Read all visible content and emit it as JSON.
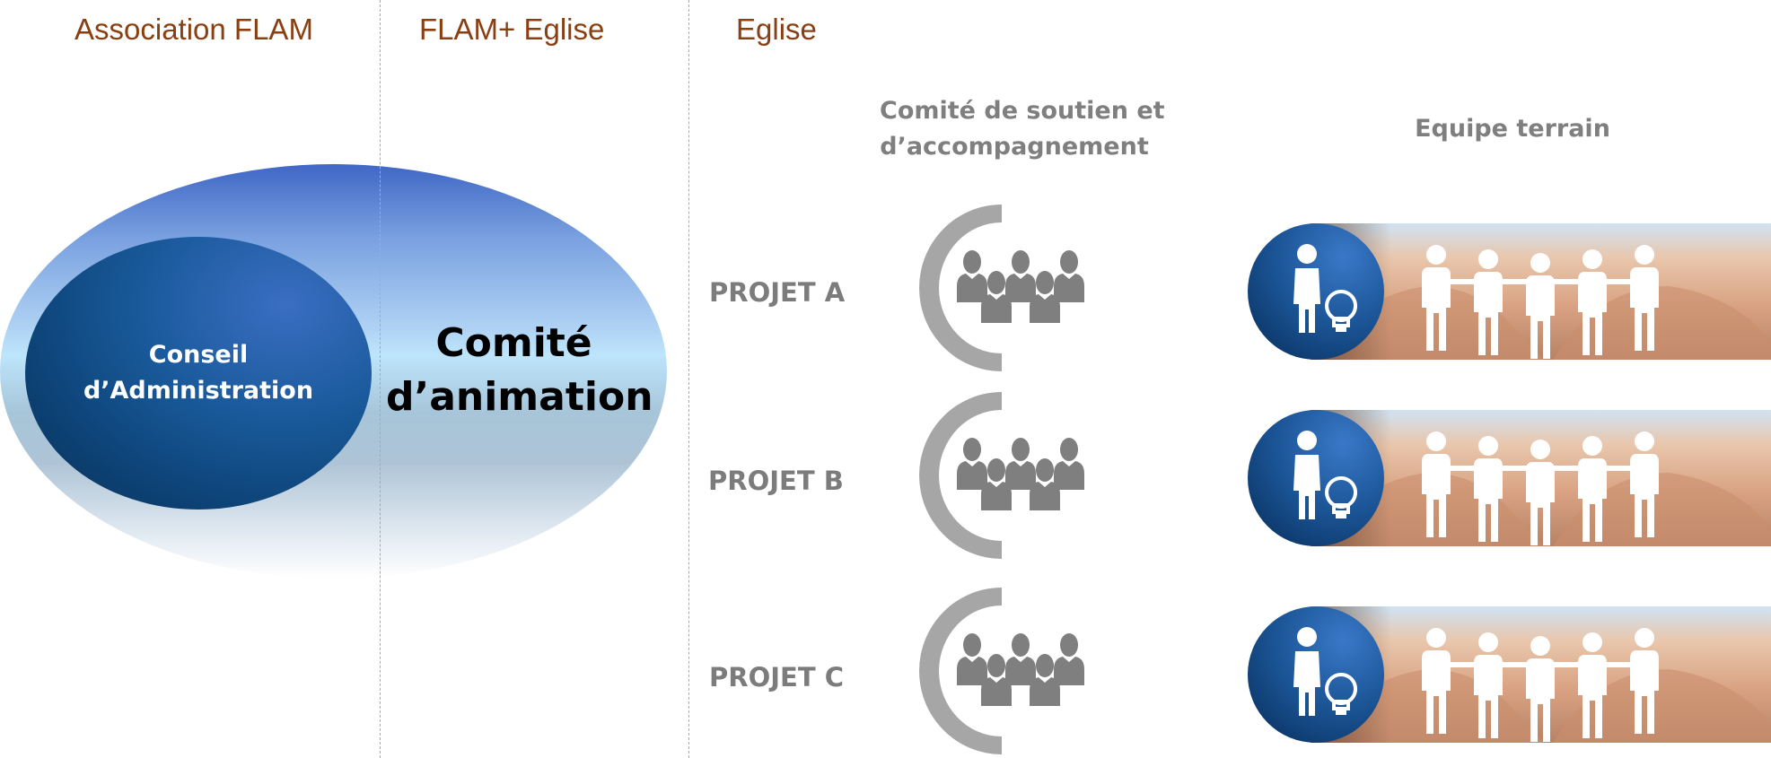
{
  "columns": {
    "association": "Association FLAM",
    "flam_eglise": "FLAM+ Eglise",
    "eglise": "Eglise"
  },
  "subheaders": {
    "comite_line1": "Comité de soutien et",
    "comite_line2": "d’accompagnement",
    "equipe": "Equipe terrain"
  },
  "ellipses": {
    "inner_line1": "Conseil",
    "inner_line2": "d’Administration",
    "outer_line1": "Comité",
    "outer_line2": "d’animation"
  },
  "projects": [
    {
      "label": "PROJET A"
    },
    {
      "label": "PROJET B"
    },
    {
      "label": "PROJET C"
    }
  ],
  "icons": {
    "group": "people-group-icon",
    "team": "team-leader-idea-icon",
    "paper_chain": "paper-people-chain-icon"
  },
  "colors": {
    "column_heading": "#8a3f12",
    "gray_text": "#7f7f7f",
    "arc_gray": "#a6a6a6",
    "people_gray": "#7f7f7f",
    "badge_blue": "#1f5d9e",
    "dark_blue": "#0a2d55"
  }
}
